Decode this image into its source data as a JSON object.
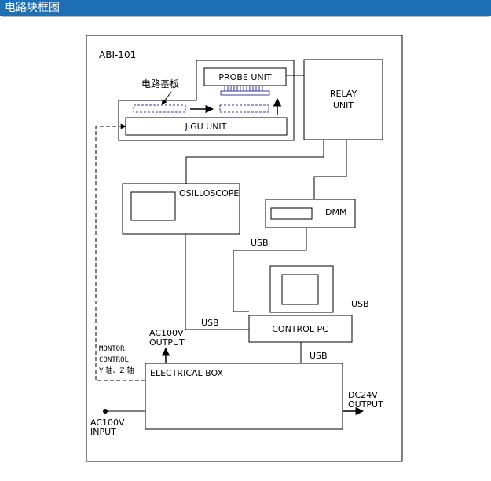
{
  "header": {
    "title": "电路块框图"
  },
  "diagram": {
    "system_label": "ABI-101",
    "circuit_board_label": "电路基板",
    "probe_unit": "PROBE UNIT",
    "jigu_unit": "JIGU UNIT",
    "relay_unit_line1": "RELAY",
    "relay_unit_line2": "UNIT",
    "oscilloscope": "OSILLOSCOPE",
    "dmm": "DMM",
    "control_pc": "CONTROL PC",
    "electrical_box": "ELECTRICAL BOX",
    "usb_dmm": "USB",
    "usb_osc": "USB",
    "usb_monitor": "USB",
    "usb_box": "USB",
    "ac_output_line1": "AC100V",
    "ac_output_line2": "OUTPUT",
    "ac_input_line1": "AC100V",
    "ac_input_line2": "INPUT",
    "dc_output_line1": "DC24V",
    "dc_output_line2": "OUTPUT",
    "motor_control_line1": "MONTOR",
    "motor_control_line2": "CONTROL",
    "motor_control_line3": "Y 轴、Z 轴"
  }
}
